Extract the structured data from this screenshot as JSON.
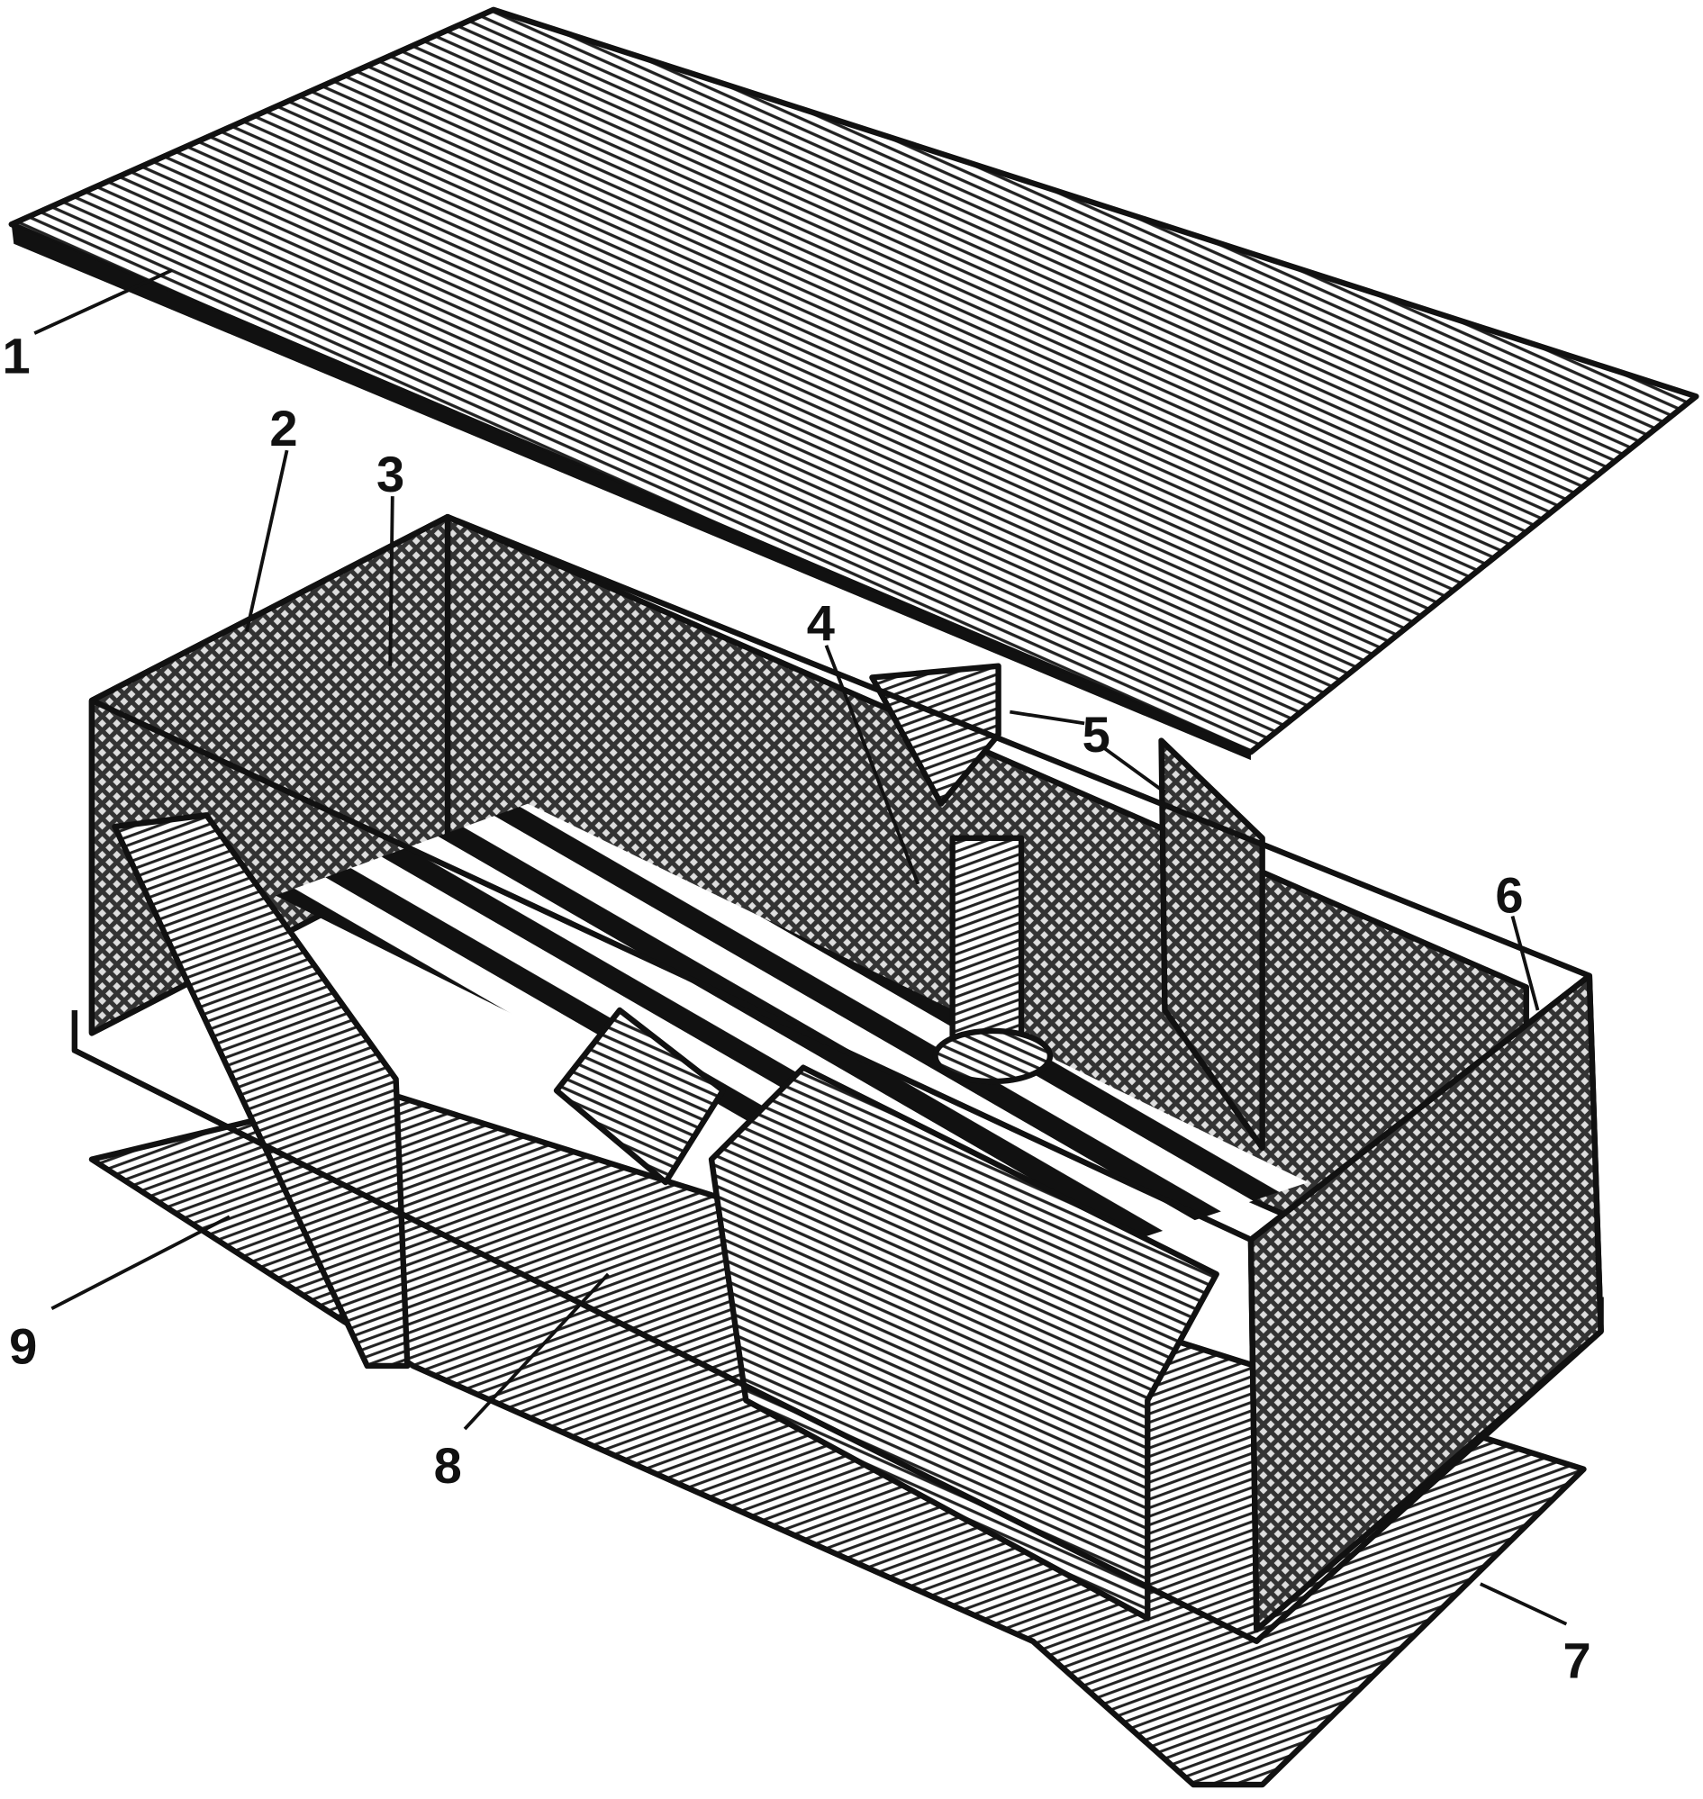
{
  "diagram": {
    "type": "exploded isometric drawing",
    "ink_color": "#111111",
    "paper_color": "#ffffff",
    "callouts": [
      {
        "id": "1",
        "label": "1"
      },
      {
        "id": "2",
        "label": "2"
      },
      {
        "id": "3",
        "label": "3"
      },
      {
        "id": "4",
        "label": "4"
      },
      {
        "id": "5",
        "label": "5"
      },
      {
        "id": "6",
        "label": "6"
      },
      {
        "id": "7",
        "label": "7"
      },
      {
        "id": "8",
        "label": "8"
      },
      {
        "id": "9",
        "label": "9"
      }
    ]
  }
}
